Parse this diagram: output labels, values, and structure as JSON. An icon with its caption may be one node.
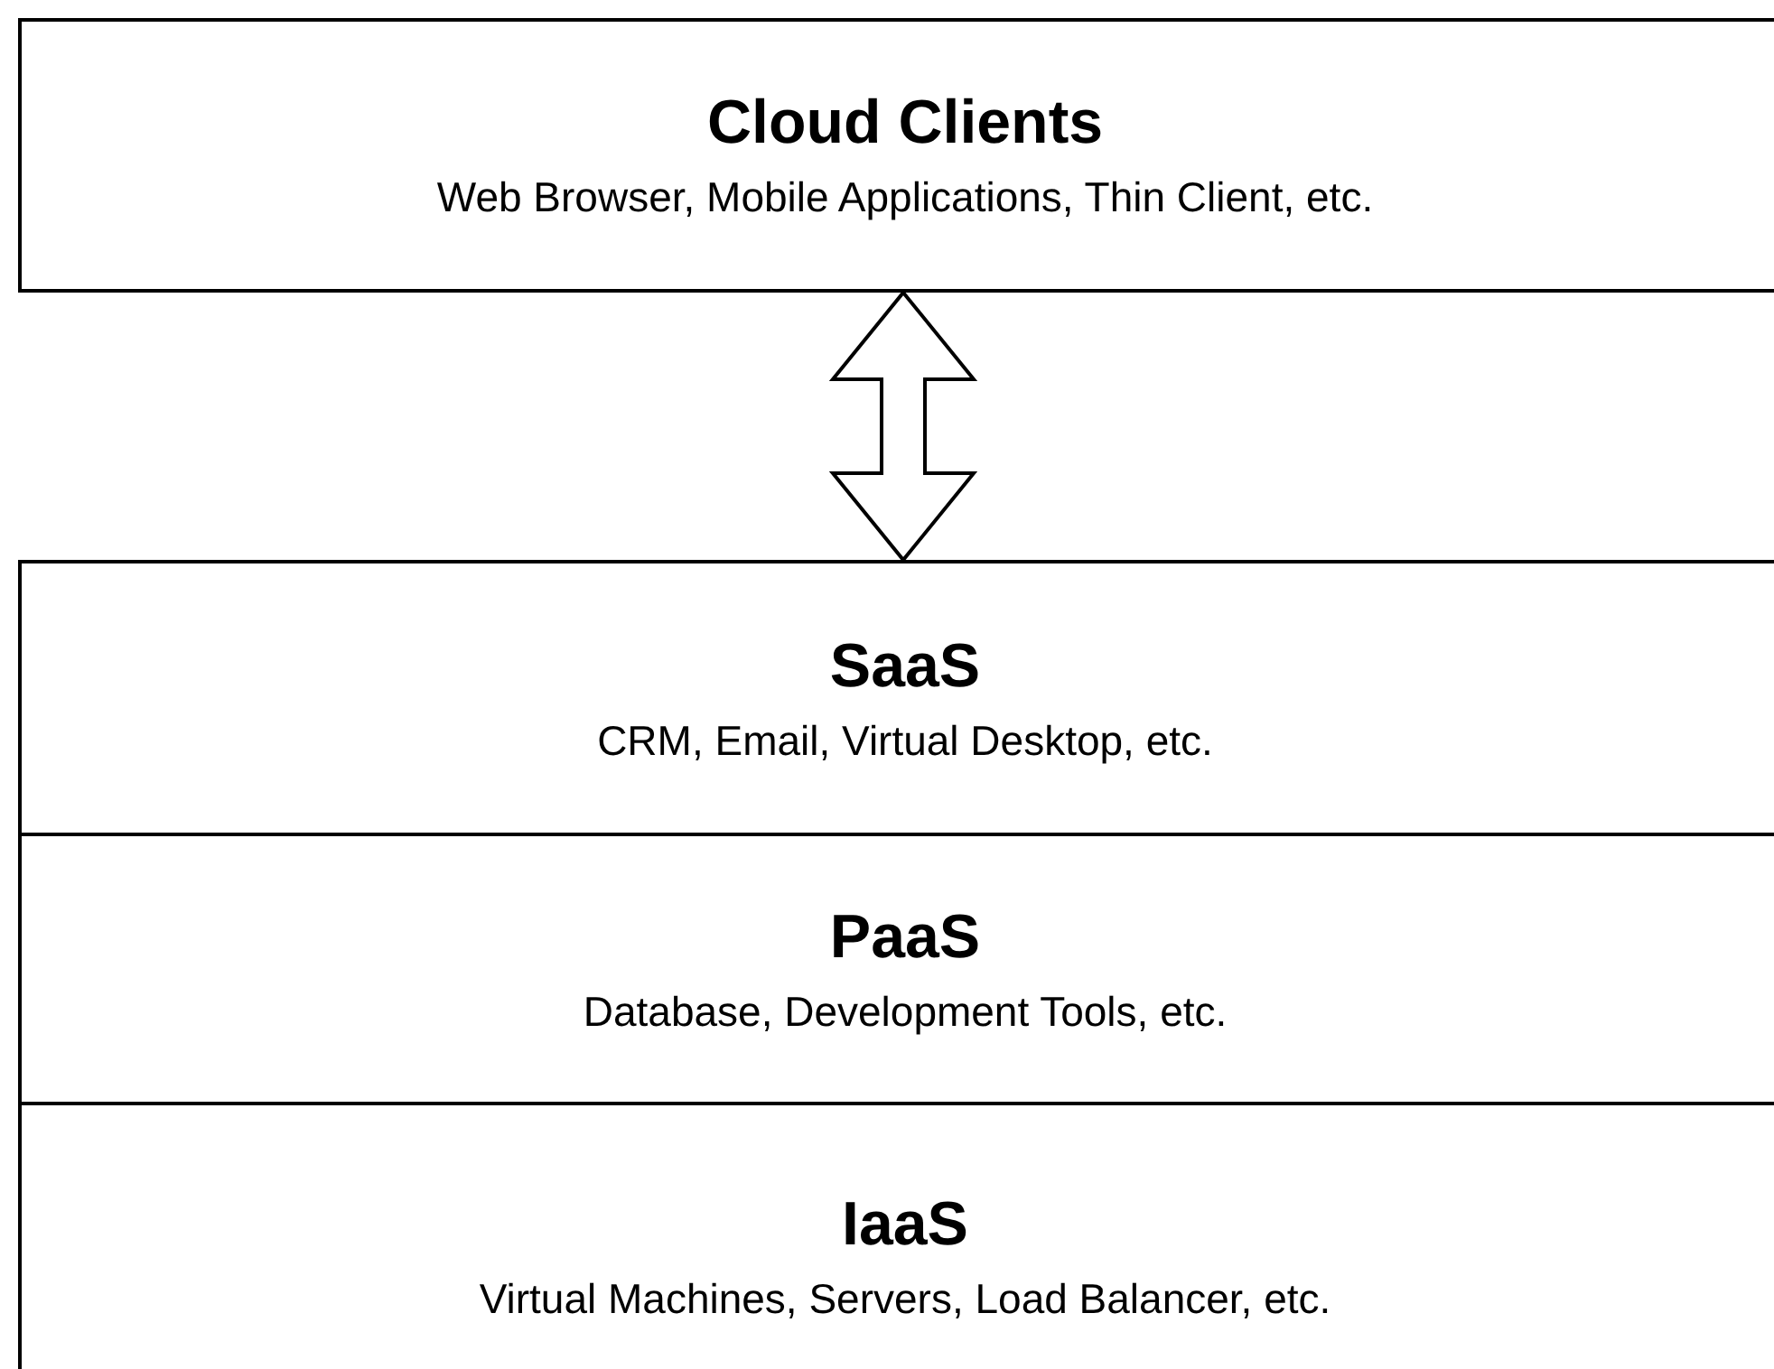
{
  "diagram": {
    "nodes": [
      {
        "text": [
          "Cloud Clients",
          "Web Browser, Mobile Applications, Thin Client, etc."
        ]
      },
      {
        "text": [
          "SaaS",
          "CRM, Email, Virtual Desktop, etc."
        ]
      },
      {
        "text": [
          "PaaS",
          "Database, Development Tools, etc."
        ]
      },
      {
        "text": [
          "IaaS",
          "Virtual Machines, Servers, Load Balancer, etc."
        ]
      }
    ],
    "edges": [
      {
        "from": 0,
        "to": 1,
        "arrow": "both"
      }
    ]
  }
}
